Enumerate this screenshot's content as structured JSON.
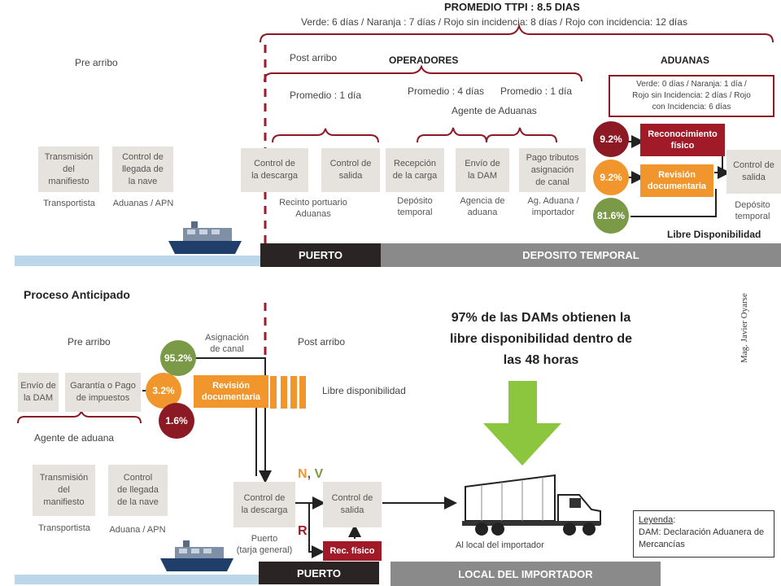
{
  "top": {
    "header_title": "PROMEDIO TTPI : 8.5 DIAS",
    "header_sub": "Verde:  6 días  /  Naranja : 7 días  /  Rojo sin incidencia: 8 días  /  Rojo con incidencia: 12 días",
    "pre_arribo": "Pre arribo",
    "post_arribo": "Post arribo",
    "operadores": "OPERADORES",
    "aduanas": "ADUANAS",
    "aduanas_legend": "Verde: 0 días /  Naranja: 1 día /\nRojo sin Incidencia: 2 días / Rojo\ncon Incidencia: 6 días",
    "promedio_1": "Promedio : 1 día",
    "promedio_4": "Promedio : 4 días",
    "promedio_1b": "Promedio : 1 día",
    "agente_aduanas": "Agente de Aduanas",
    "boxes": {
      "transmision": "Transmisión\ndel\nmanifiesto",
      "control_llegada": "Control de\nllegada de\nla nave",
      "control_descarga": "Control de\nla descarga",
      "control_salida": "Control de\nsalida",
      "recepcion": "Recepción\nde la carga",
      "envio_dam": "Envío de\nla DAM",
      "pago_tributos": "Pago tributos\nasignación\nde canal",
      "control_salida2": "Control de\nsalida"
    },
    "captions": {
      "transportista": "Transportista",
      "aduanas_apn": "Aduanas / APN",
      "recinto": "Recinto portuario\nAduanas",
      "deposito": "Depósito\ntemporal",
      "agencia": "Agencia de\naduana",
      "ag_aduana": "Ag. Aduana /\nimportador",
      "deposito2": "Depósito\ntemporal"
    },
    "reconocimiento": "Reconocimiento\nfísico",
    "revision": "Revisión\ndocumentaria",
    "pct_red": "9.2%",
    "pct_orange": "9.2%",
    "pct_green": "81.6%",
    "libre": "Libre Disponibilidad",
    "puerto": "PUERTO",
    "deposito_temporal": "DEPOSITO TEMPORAL"
  },
  "bottom": {
    "title": "Proceso Anticipado",
    "pre_arribo": "Pre arribo",
    "asignacion": "Asignación\nde canal",
    "post_arribo": "Post arribo",
    "headline": "97% de las DAMs obtienen la\nlibre disponibilidad dentro de\nlas 48 horas",
    "pct_green": "95.2%",
    "pct_orange": "3.2%",
    "pct_red": "1.6%",
    "revision": "Revisión\ndocumentaria",
    "libre_disp": "Libre disponibilidad",
    "boxes": {
      "envio_dam": "Envío de\nla DAM",
      "garantia": "Garantía o Pago\nde impuestos",
      "transmision": "Transmisión\ndel\nmanifiesto",
      "control_llegada": "Control\nde llegada\nde la nave",
      "control_descarga": "Control de\nla descarga",
      "control_salida": "Control de\nsalida"
    },
    "agente": "Agente de aduana",
    "transportista": "Transportista",
    "aduana_apn": "Aduana / APN",
    "puerto_caption": "Puerto\n(tarja general)",
    "nv_n": "N",
    "nv_sep": ", ",
    "nv_v": "V",
    "r": "R",
    "rec_fisico": "Rec. físico",
    "local_caption": "Al local del importador",
    "legend_title": "Leyenda",
    "legend_colon": ":",
    "legend_text": "DAM: Declaración Aduanera de\nMercancías",
    "puerto": "PUERTO",
    "local": "LOCAL DEL IMPORTADOR"
  },
  "watermark": "Mag. Javier Oyarse",
  "colors": {
    "red": "#a01a28",
    "orange": "#f0962c",
    "green": "#7a9a48",
    "dark": "#2b2424",
    "grey": "#8a8a8a",
    "arrow_green": "#8cc63f"
  }
}
